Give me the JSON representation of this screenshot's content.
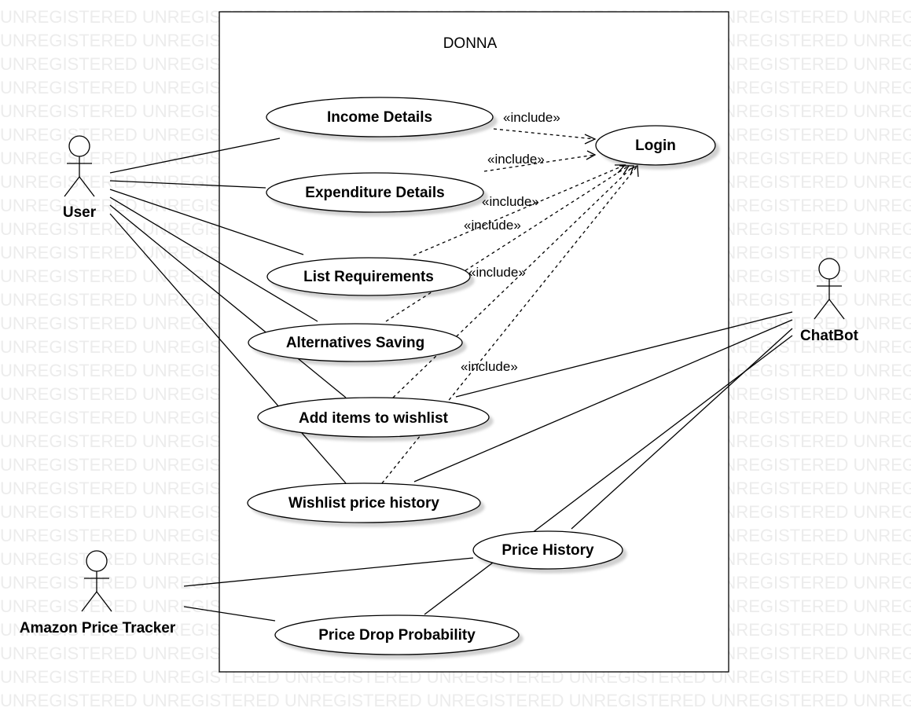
{
  "watermark": "UNREGISTERED",
  "system": {
    "name": "DONNA"
  },
  "actors": {
    "user": "User",
    "chatbot": "ChatBot",
    "tracker": "Amazon Price Tracker"
  },
  "use_cases": {
    "income": "Income Details",
    "expenditure": "Expenditure Details",
    "requirements": "List Requirements",
    "alternatives": "Alternatives Saving",
    "wishlist_add": "Add items to wishlist",
    "wishlist_history": "Wishlist price history",
    "price_history": "Price History",
    "price_drop": "Price Drop Probability",
    "login": "Login"
  },
  "relations": {
    "include_label": "«include»"
  }
}
